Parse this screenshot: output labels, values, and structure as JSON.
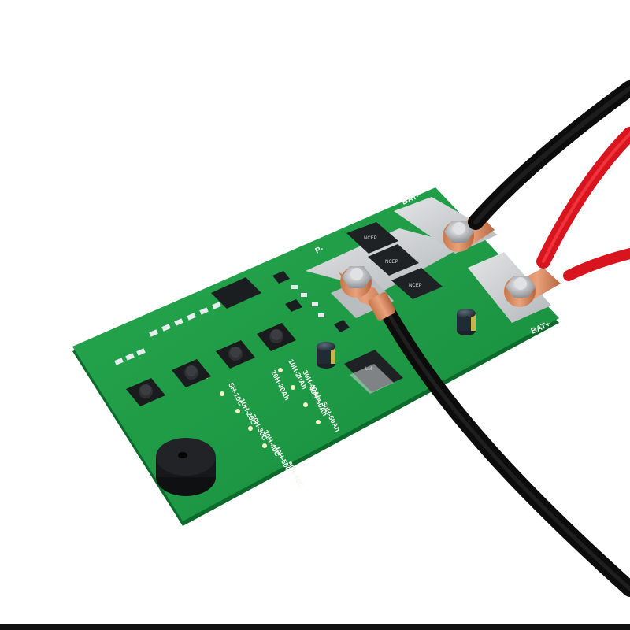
{
  "photo": {
    "subject": "spot-welder-control-board",
    "background_color": "#ffffff",
    "board_color": "#1e9a45",
    "pad_color": "#c9ccce",
    "wire_colors": [
      "#111111",
      "#d8141e"
    ]
  },
  "silkscreen": {
    "bat_minus": "BAT-",
    "bat_plus": "BAT+",
    "p_minus": "P-",
    "range_labels": [
      "10H-20Ah",
      "20H-30Ah",
      "30H-40Ah",
      "40H-50Ah",
      "50H-60Ah",
      "5H-10C",
      "10H-20C",
      "20H-30C",
      "30H-40C",
      "40H-50C",
      "50H-60C"
    ],
    "chip_text": [
      "NCEP",
      "NCEP",
      "NCEP",
      "LM"
    ]
  },
  "components": {
    "buttons": 4,
    "mosfets": 4,
    "capacitors": 2,
    "buzzer": 1,
    "terminals": 3
  }
}
